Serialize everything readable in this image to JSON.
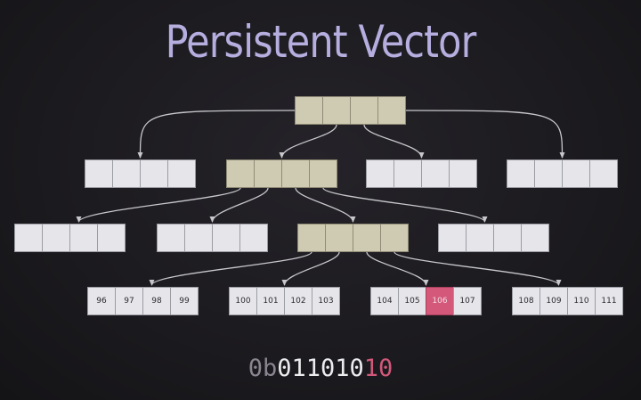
{
  "title": "Persistent Vector",
  "tree": {
    "root": {
      "cells": [
        "",
        "",
        "",
        ""
      ],
      "on_path": true
    },
    "level1": [
      {
        "cells": [
          "",
          "",
          "",
          ""
        ],
        "on_path": false
      },
      {
        "cells": [
          "",
          "",
          "",
          ""
        ],
        "on_path": true
      },
      {
        "cells": [
          "",
          "",
          "",
          ""
        ],
        "on_path": false
      },
      {
        "cells": [
          "",
          "",
          "",
          ""
        ],
        "on_path": false
      }
    ],
    "level2": [
      {
        "cells": [
          "",
          "",
          "",
          ""
        ],
        "on_path": false
      },
      {
        "cells": [
          "",
          "",
          "",
          ""
        ],
        "on_path": false
      },
      {
        "cells": [
          "",
          "",
          "",
          ""
        ],
        "on_path": true
      },
      {
        "cells": [
          "",
          "",
          "",
          ""
        ],
        "on_path": false
      }
    ],
    "leaves": [
      {
        "cells": [
          "96",
          "97",
          "98",
          "99"
        ]
      },
      {
        "cells": [
          "100",
          "101",
          "102",
          "103"
        ]
      },
      {
        "cells": [
          "104",
          "105",
          "106",
          "107"
        ],
        "highlighted": "106"
      },
      {
        "cells": [
          "108",
          "109",
          "110",
          "111"
        ]
      }
    ]
  },
  "binary_index": {
    "prefix": "0b",
    "middle": "011010",
    "low": "10"
  },
  "colors": {
    "title": "#b6aedf",
    "path_node": "#cfcbb3",
    "plain_node": "#e6e6ea",
    "highlight": "#d4587a",
    "edge": "#c8c8cc"
  }
}
